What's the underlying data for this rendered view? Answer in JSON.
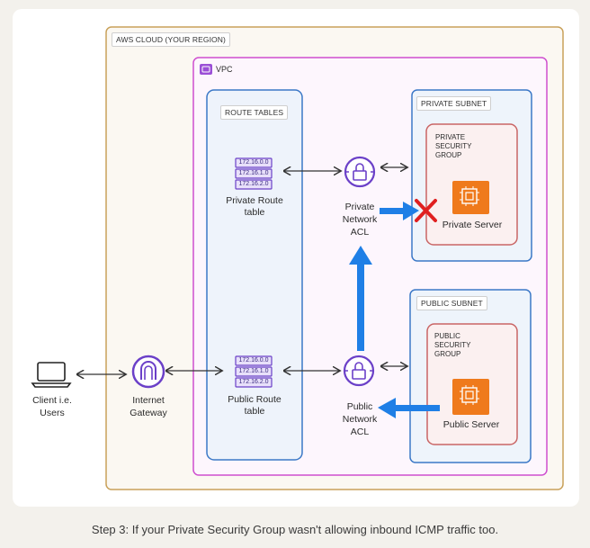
{
  "aws_cloud": {
    "label": "AWS CLOUD (YOUR REGION)"
  },
  "vpc": {
    "label": "VPC"
  },
  "route_tables": {
    "label": "ROUTE TABLES",
    "private": {
      "routes": [
        "172.16.0.0",
        "172.16.1.0",
        "172.16.2.0"
      ],
      "name": "Private Route table"
    },
    "public": {
      "routes": [
        "172.16.0.0",
        "172.16.1.0",
        "172.16.2.0"
      ],
      "name": "Public Route table"
    }
  },
  "private_subnet": {
    "label": "PRIVATE SUBNET",
    "security_group": [
      "PRIVATE",
      "SECURITY",
      "GROUP"
    ],
    "server": "Private Server"
  },
  "public_subnet": {
    "label": "PUBLIC SUBNET",
    "security_group": [
      "PUBLIC",
      "SECURITY",
      "GROUP"
    ],
    "server": "Public Server"
  },
  "private_acl": [
    "Private",
    "Network",
    "ACL"
  ],
  "public_acl": [
    "Public",
    "Network",
    "ACL"
  ],
  "client": [
    "Client i.e.",
    "Users"
  ],
  "gateway": [
    "Internet",
    "Gateway"
  ],
  "caption": "Step 3: If your Private Security Group wasn't allowing inbound ICMP traffic too.",
  "colors": {
    "cloud_border": "#c9a15a",
    "vpc_border": "#cf4fcf",
    "blue_border": "#3b78c7",
    "sg_border": "#c96565",
    "flow_arrow": "#1f7fe6",
    "blocked": "#e02020",
    "ec2": "#ef7a1c",
    "route_purple": "#6b40c8"
  }
}
